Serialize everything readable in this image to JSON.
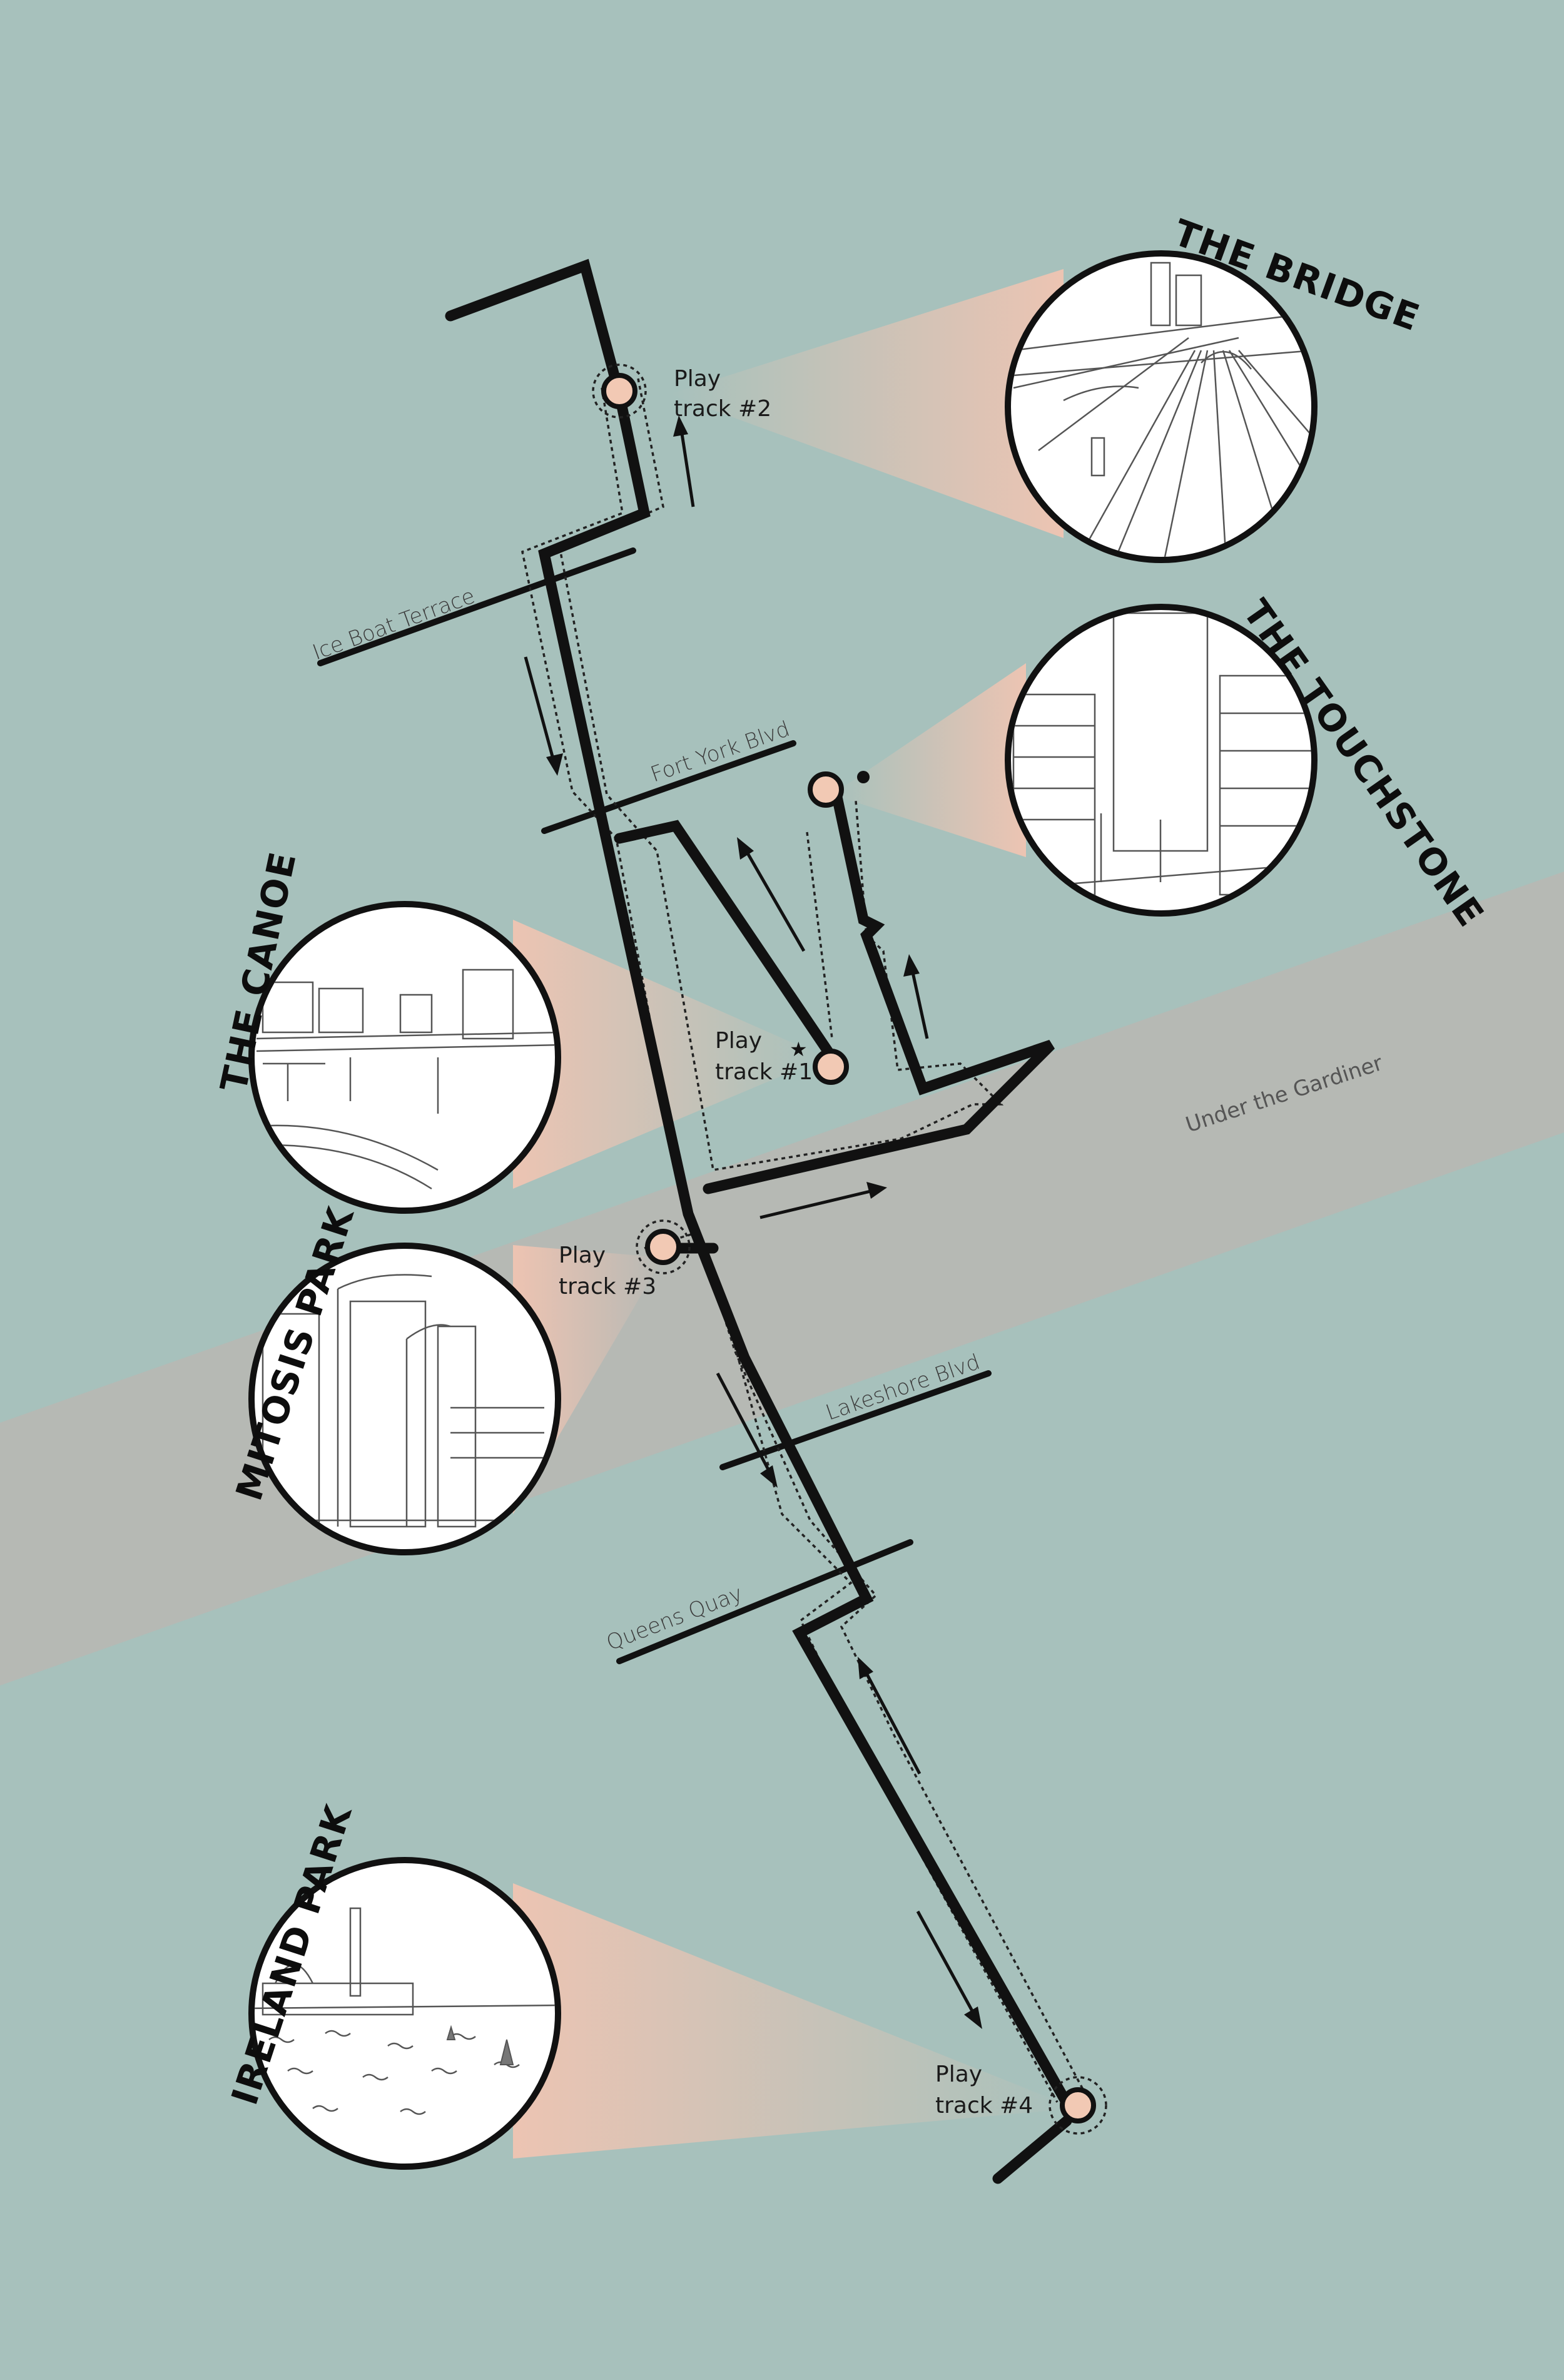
{
  "map": {
    "band_label": "Under the Gardiner",
    "streets": {
      "ice_boat_terrace": "Ice Boat Terrace",
      "fort_york_blvd": "Fort York Blvd",
      "lakeshore_blvd": "Lakeshore Blvd",
      "queens_quay": "Queens Quay"
    },
    "stops": {
      "track1": {
        "line1": "Play",
        "line2": "track #1"
      },
      "track2": {
        "line1": "Play",
        "line2": "track #2"
      },
      "track3": {
        "line1": "Play",
        "line2": "track #3"
      },
      "track4": {
        "line1": "Play",
        "line2": "track #4"
      }
    },
    "sites": {
      "the_bridge": "THE BRIDGE",
      "the_touchstone": "THE TOUCHSTONE",
      "the_canoe": "THE CANOE",
      "mitosis_park": "MITOSIS PARK",
      "ireland_park": "IRELAND PARK"
    },
    "colors": {
      "background": "#a7c1bc",
      "band": "#b9b7b3",
      "stop_fill": "#f2c9b4",
      "cone": "#e9c6b6",
      "route": "#111111"
    }
  }
}
